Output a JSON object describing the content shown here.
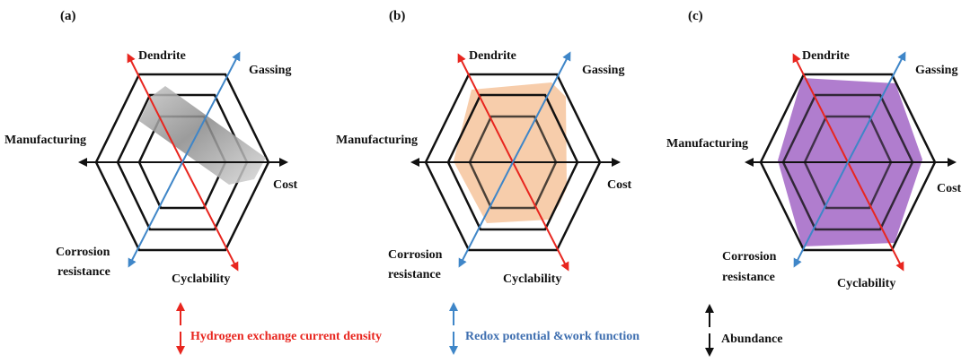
{
  "axes": {
    "dendrite": "Dendrite",
    "gassing": "Gassing",
    "manufacturing": "Manufacturing",
    "cost": "Cost",
    "corrosion_line1": "Corrosion",
    "corrosion_line2": "resistance",
    "cyclability": "Cyclability"
  },
  "panels": [
    {
      "label": "(a)",
      "fill_color": "#9a9a9a"
    },
    {
      "label": "(b)",
      "fill_color": "#f6c8a2"
    },
    {
      "label": "(c)",
      "fill_color": "#a266c6"
    }
  ],
  "legend": {
    "red_label": "Hydrogen exchange current density",
    "blue_label": "Redox potential &work function",
    "black_label": "Abundance"
  },
  "colors": {
    "red": "#e8261f",
    "blue": "#3f86c8",
    "black": "#111111"
  }
}
